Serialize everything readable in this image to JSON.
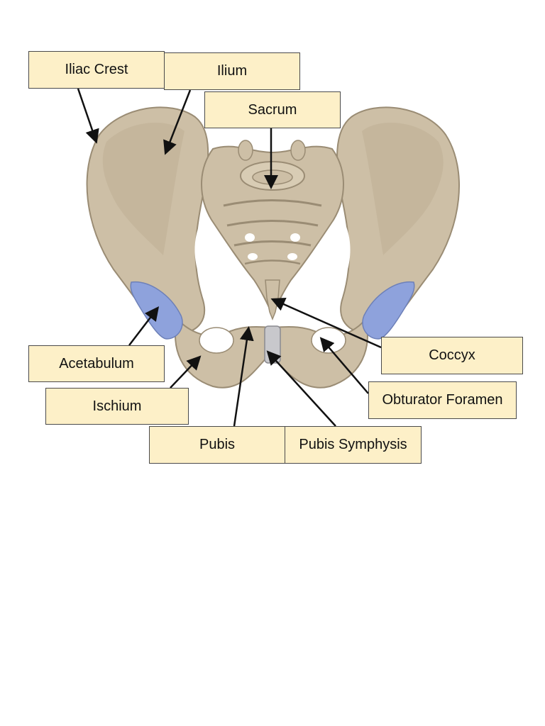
{
  "labels": {
    "iliac_crest": "Iliac Crest",
    "ilium": "Ilium",
    "sacrum": "Sacrum",
    "acetabulum": "Acetabulum",
    "ischium": "Ischium",
    "pubis": "Pubis",
    "pubis_symphysis": "Pubis Symphysis",
    "coccyx": "Coccyx",
    "obturator_foramen": "Obturator Foramen"
  },
  "colors": {
    "bone": "#cdbfa6",
    "bone_dark": "#a89a82",
    "bone_light": "#ddd2bd",
    "cartilage": "#8ea2dc",
    "label_bg": "#fdf0c8",
    "arrow": "#111111"
  }
}
